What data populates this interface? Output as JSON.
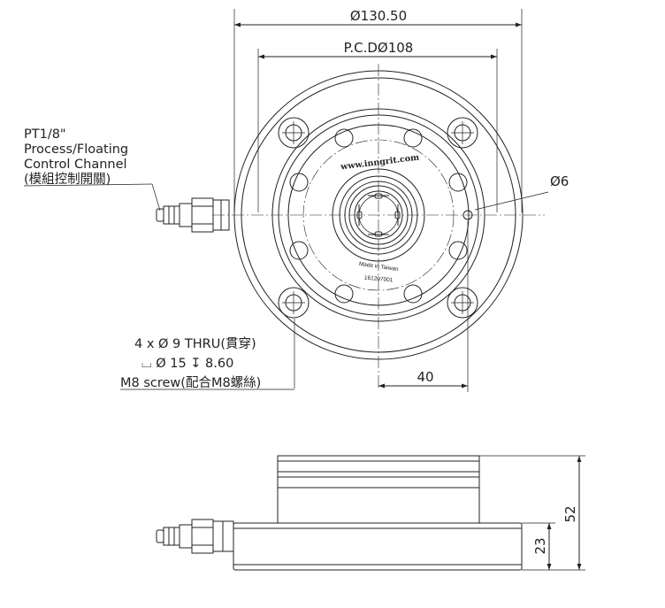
{
  "top_view": {
    "outer_diameter_label": "Ø130.50",
    "pcd_label": "P.C.DØ108",
    "small_hole_label": "Ø6",
    "offset_label": "40",
    "brand_marking": "www.inngrit.com",
    "origin_marking": "Made in Taiwan",
    "serial_marking": "161207001"
  },
  "port_note": {
    "line1": "PT1/8\"",
    "line2": "Process/Floating",
    "line3": "Control Channel",
    "line4": "(模組控制開關)"
  },
  "hole_note": {
    "line1": "4 x Ø 9 THRU(貫穿)",
    "line2": "⌴ Ø 15 ↧ 8.60",
    "line3": "M8 screw(配合M8螺絲)"
  },
  "side_view": {
    "total_height_label": "52",
    "base_height_label": "23"
  }
}
